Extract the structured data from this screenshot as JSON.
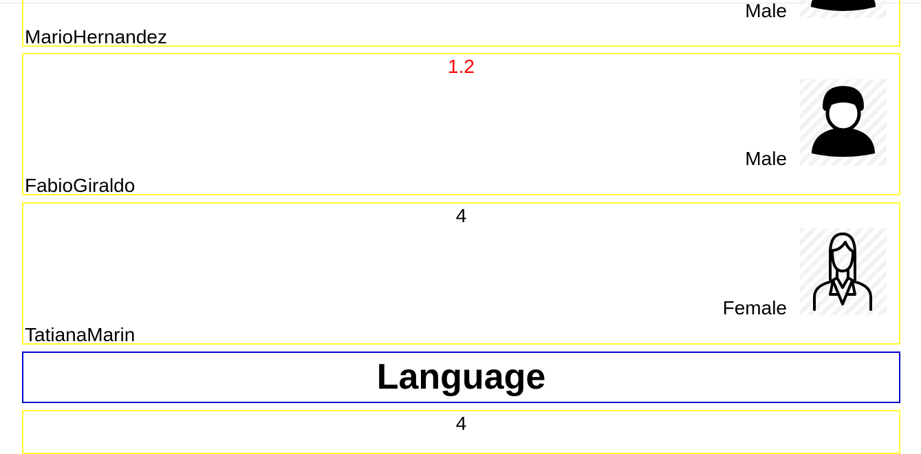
{
  "cards": [
    {
      "name": "MarioHernandez",
      "gender": "Male",
      "avatar_icon": "male-avatar-icon"
    },
    {
      "score": "1.2",
      "name": "FabioGiraldo",
      "gender": "Male",
      "avatar_icon": "male-avatar-icon",
      "score_color": "#ff0000"
    },
    {
      "score": "4",
      "name": "TatianaMarin",
      "gender": "Female",
      "avatar_icon": "female-avatar-icon"
    },
    {
      "score": "4"
    }
  ],
  "section": {
    "title": "Language"
  },
  "colors": {
    "card_border": "#ffff33",
    "section_border": "#0000cc",
    "score_highlight": "#ff0000"
  }
}
